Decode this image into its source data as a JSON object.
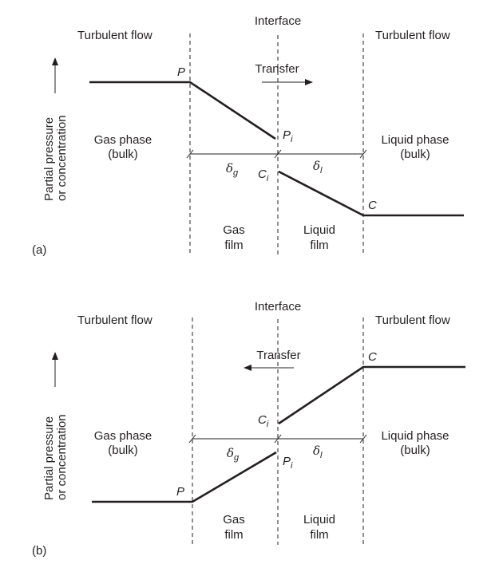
{
  "panels": [
    {
      "id": "a",
      "panel_label": "(a)",
      "interface_label": "Interface",
      "turbulent_left": "Turbulent flow",
      "turbulent_right": "Turbulent flow",
      "transfer_label": "Transfer",
      "transfer_direction": "right",
      "axis_label_line1": "Partial pressure",
      "axis_label_line2": "or concentration",
      "gas_phase_line1": "Gas phase",
      "gas_phase_line2": "(bulk)",
      "liquid_phase_line1": "Liquid phase",
      "liquid_phase_line2": "(bulk)",
      "gas_film_line1": "Gas",
      "gas_film_line2": "film",
      "liquid_film_line1": "Liquid",
      "liquid_film_line2": "film",
      "P": "P",
      "Pi_main": "P",
      "Pi_sub": "i",
      "Ci_main": "C",
      "Ci_sub": "i",
      "C": "C",
      "delta_g": "δ",
      "delta_g_sub": "g",
      "delta_l": "δ",
      "delta_l_sub": "l"
    },
    {
      "id": "b",
      "panel_label": "(b)",
      "interface_label": "Interface",
      "turbulent_left": "Turbulent flow",
      "turbulent_right": "Turbulent flow",
      "transfer_label": "Transfer",
      "transfer_direction": "left",
      "axis_label_line1": "Partial pressure",
      "axis_label_line2": "or concentration",
      "gas_phase_line1": "Gas phase",
      "gas_phase_line2": "(bulk)",
      "liquid_phase_line1": "Liquid phase",
      "liquid_phase_line2": "(bulk)",
      "gas_film_line1": "Gas",
      "gas_film_line2": "film",
      "liquid_film_line1": "Liquid",
      "liquid_film_line2": "film",
      "P": "P",
      "Pi_main": "P",
      "Pi_sub": "i",
      "Ci_main": "C",
      "Ci_sub": "i",
      "C": "C",
      "delta_g": "δ",
      "delta_g_sub": "g",
      "delta_l": "δ",
      "delta_l_sub": "l"
    }
  ]
}
